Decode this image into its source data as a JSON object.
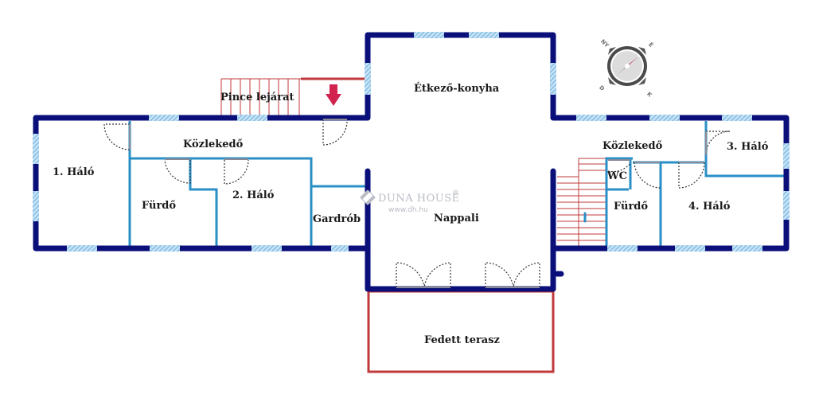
{
  "floorplan": {
    "rooms": {
      "bedroom1": "1. Háló",
      "corridor_left": "Közlekedő",
      "bath_left": "Fürdő",
      "bedroom2": "2. Háló",
      "wardrobe": "Gardrób",
      "cellar_stairs": "Pince lejárat",
      "dining_kitchen": "Étkező-konyha",
      "living": "Nappali",
      "corridor_right": "Közlekedő",
      "bedroom3": "3. Háló",
      "wc": "WC",
      "bath_right": "Fürdő",
      "bedroom4": "4. Háló",
      "terrace": "Fedett terasz"
    },
    "watermark": {
      "brand": "DUNA HOUSE",
      "registered": "®",
      "url": "www.dh.hu"
    },
    "compass": {
      "nw": "NY",
      "ne": "É",
      "sw": "D",
      "se": "K"
    },
    "colors": {
      "exterior_wall": "#0a0f7a",
      "interior_wall": "#2a8fc6",
      "window": "#a9d3ef",
      "stairs": "#c0393b",
      "terrace_outline": "#c0393b",
      "arrow": "#d2234f",
      "door_swing": "#333333"
    }
  }
}
